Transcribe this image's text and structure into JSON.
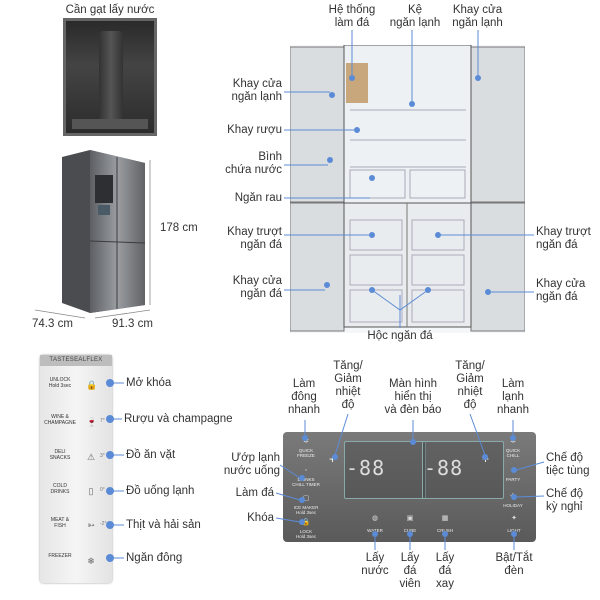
{
  "top_left": {
    "title_lever": "Cần gạt lấy nước",
    "dim_height": "178 cm",
    "dim_depth": "74.3 cm",
    "dim_width": "91.3 cm"
  },
  "interior": {
    "he_thong_lam_da": "Hệ thống\nlàm đá",
    "ke_ngan_lanh": "Kệ\nngăn lạnh",
    "khay_cua_ngan_lanh_r": "Khay cửa\nngăn lạnh",
    "khay_cua_ngan_lanh_l": "Khay cửa\nngăn lạnh",
    "khay_ruou": "Khay rượu",
    "binh_chua_nuoc": "Bình\nchứa nước",
    "ngan_rau": "Ngăn rau",
    "khay_truot_l": "Khay trượt\nngăn đá",
    "khay_truot_r": "Khay trượt\nngăn đá",
    "khay_cua_ngan_da_l": "Khay cửa\nngăn đá",
    "khay_cua_ngan_da_r": "Khay cửa\nngăn đá",
    "hoc_ngan_da": "Hộc ngăn đá"
  },
  "flex_panel": {
    "header": "TASTESEALFLEX",
    "rows": [
      {
        "key": "UNLOCK",
        "sub": "Hold 3sec",
        "label": "Mở khóa",
        "icon": "lock-icon",
        "lvl": ""
      },
      {
        "key": "WINE &",
        "sub": "CHAMPAGNE",
        "label": "Rượu và champagne",
        "icon": "wine-icon",
        "lvl": "7°"
      },
      {
        "key": "DELI",
        "sub": "SNACKS",
        "label": "Đồ ăn vặt",
        "icon": "warning-icon",
        "lvl": "3°"
      },
      {
        "key": "COLD",
        "sub": "DRINKS",
        "label": "Đồ uống lạnh",
        "icon": "cup-icon",
        "lvl": "0°"
      },
      {
        "key": "MEAT &",
        "sub": "FISH",
        "label": "Thịt và hải sản",
        "icon": "fish-icon",
        "lvl": "-2°"
      },
      {
        "key": "FREEZER",
        "sub": "",
        "label": "Ngăn đông",
        "icon": "snowflake-icon",
        "lvl": ""
      }
    ]
  },
  "control": {
    "lam_dong_nhanh": "Làm\nđông\nnhanh",
    "tang_giam_l": "Tăng/\nGiảm\nnhiệt\nđộ",
    "man_hinh": "Màn hình\nhiển thị\nvà đèn báo",
    "tang_giam_r": "Tăng/\nGiảm\nnhiệt\nđộ",
    "lam_lanh_nhanh": "Làm\nlạnh\nnhanh",
    "uop_lanh": "Ướp lạnh\nnước uống",
    "lam_da": "Làm đá",
    "khoa": "Khóa",
    "che_do_tiec": "Chế độ\ntiệc tùng",
    "che_do_ky_nghi": "Chế độ\nkỳ nghỉ",
    "lay_nuoc": "Lấy\nnước",
    "lay_da_vien": "Lấy\nđá\nviên",
    "lay_da_xay": "Lấy\nđá\nxay",
    "bat_tat_den": "Bật/Tắt\nđèn",
    "btn_quick_freeze": "QUICK\nFREEZE",
    "btn_drinks_chill": "DRINKS\nCHILL TIMER",
    "btn_ice_maker": "ICE MAKER\nHold 3sec",
    "btn_lock": "LOCK\nHold 3sec",
    "btn_quick_chill": "QUICK\nCHILL",
    "btn_party": "PARTY",
    "btn_holiday": "HOLIDAY",
    "btn_water": "WATER",
    "btn_cube": "CUBE",
    "btn_crush": "CRUSH",
    "btn_light": "LIGHT",
    "fridge_digits": "-88",
    "freezer_digits": "-88",
    "plus": "+"
  }
}
